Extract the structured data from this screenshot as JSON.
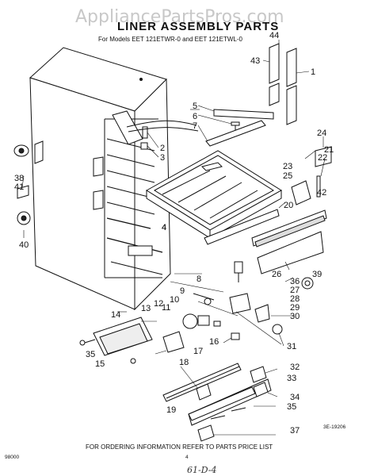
{
  "watermark": "AppliancePartsPros.com",
  "title": "LINER ASSEMBLY PARTS",
  "subtitle": "For Models EET 121ETWR-0 and EET 121ETWL-0",
  "callouts": {
    "c1": "1",
    "c2": "2",
    "c3": "3",
    "c4": "4",
    "c5": "5",
    "c6": "6",
    "c7": "7",
    "c8": "8",
    "c9": "9",
    "c10": "10",
    "c11": "11",
    "c12": "12",
    "c13": "13",
    "c14": "14",
    "c15": "15",
    "c16": "16",
    "c17": "17",
    "c18": "18",
    "c19": "19",
    "c20": "20",
    "c21": "21",
    "c22": "22",
    "c23": "23",
    "c24": "24",
    "c25": "25",
    "c26": "26",
    "c27": "27",
    "c28": "28",
    "c29": "29",
    "c30": "30",
    "c31": "31",
    "c32": "32",
    "c33": "33",
    "c34": "34",
    "c35a": "35",
    "c35b": "35",
    "c36": "36",
    "c37": "37",
    "c38": "38",
    "c39": "39",
    "c40": "40",
    "c41": "41",
    "c42": "42",
    "c43": "43",
    "c44": "44",
    "c4b": "4"
  },
  "diagram_code": "3E-19206",
  "footer": "FOR ORDERING INFORMATION REFER TO PARTS PRICE LIST",
  "page_number": "4",
  "form_number": "98000",
  "handwritten_note": "61-D-4"
}
